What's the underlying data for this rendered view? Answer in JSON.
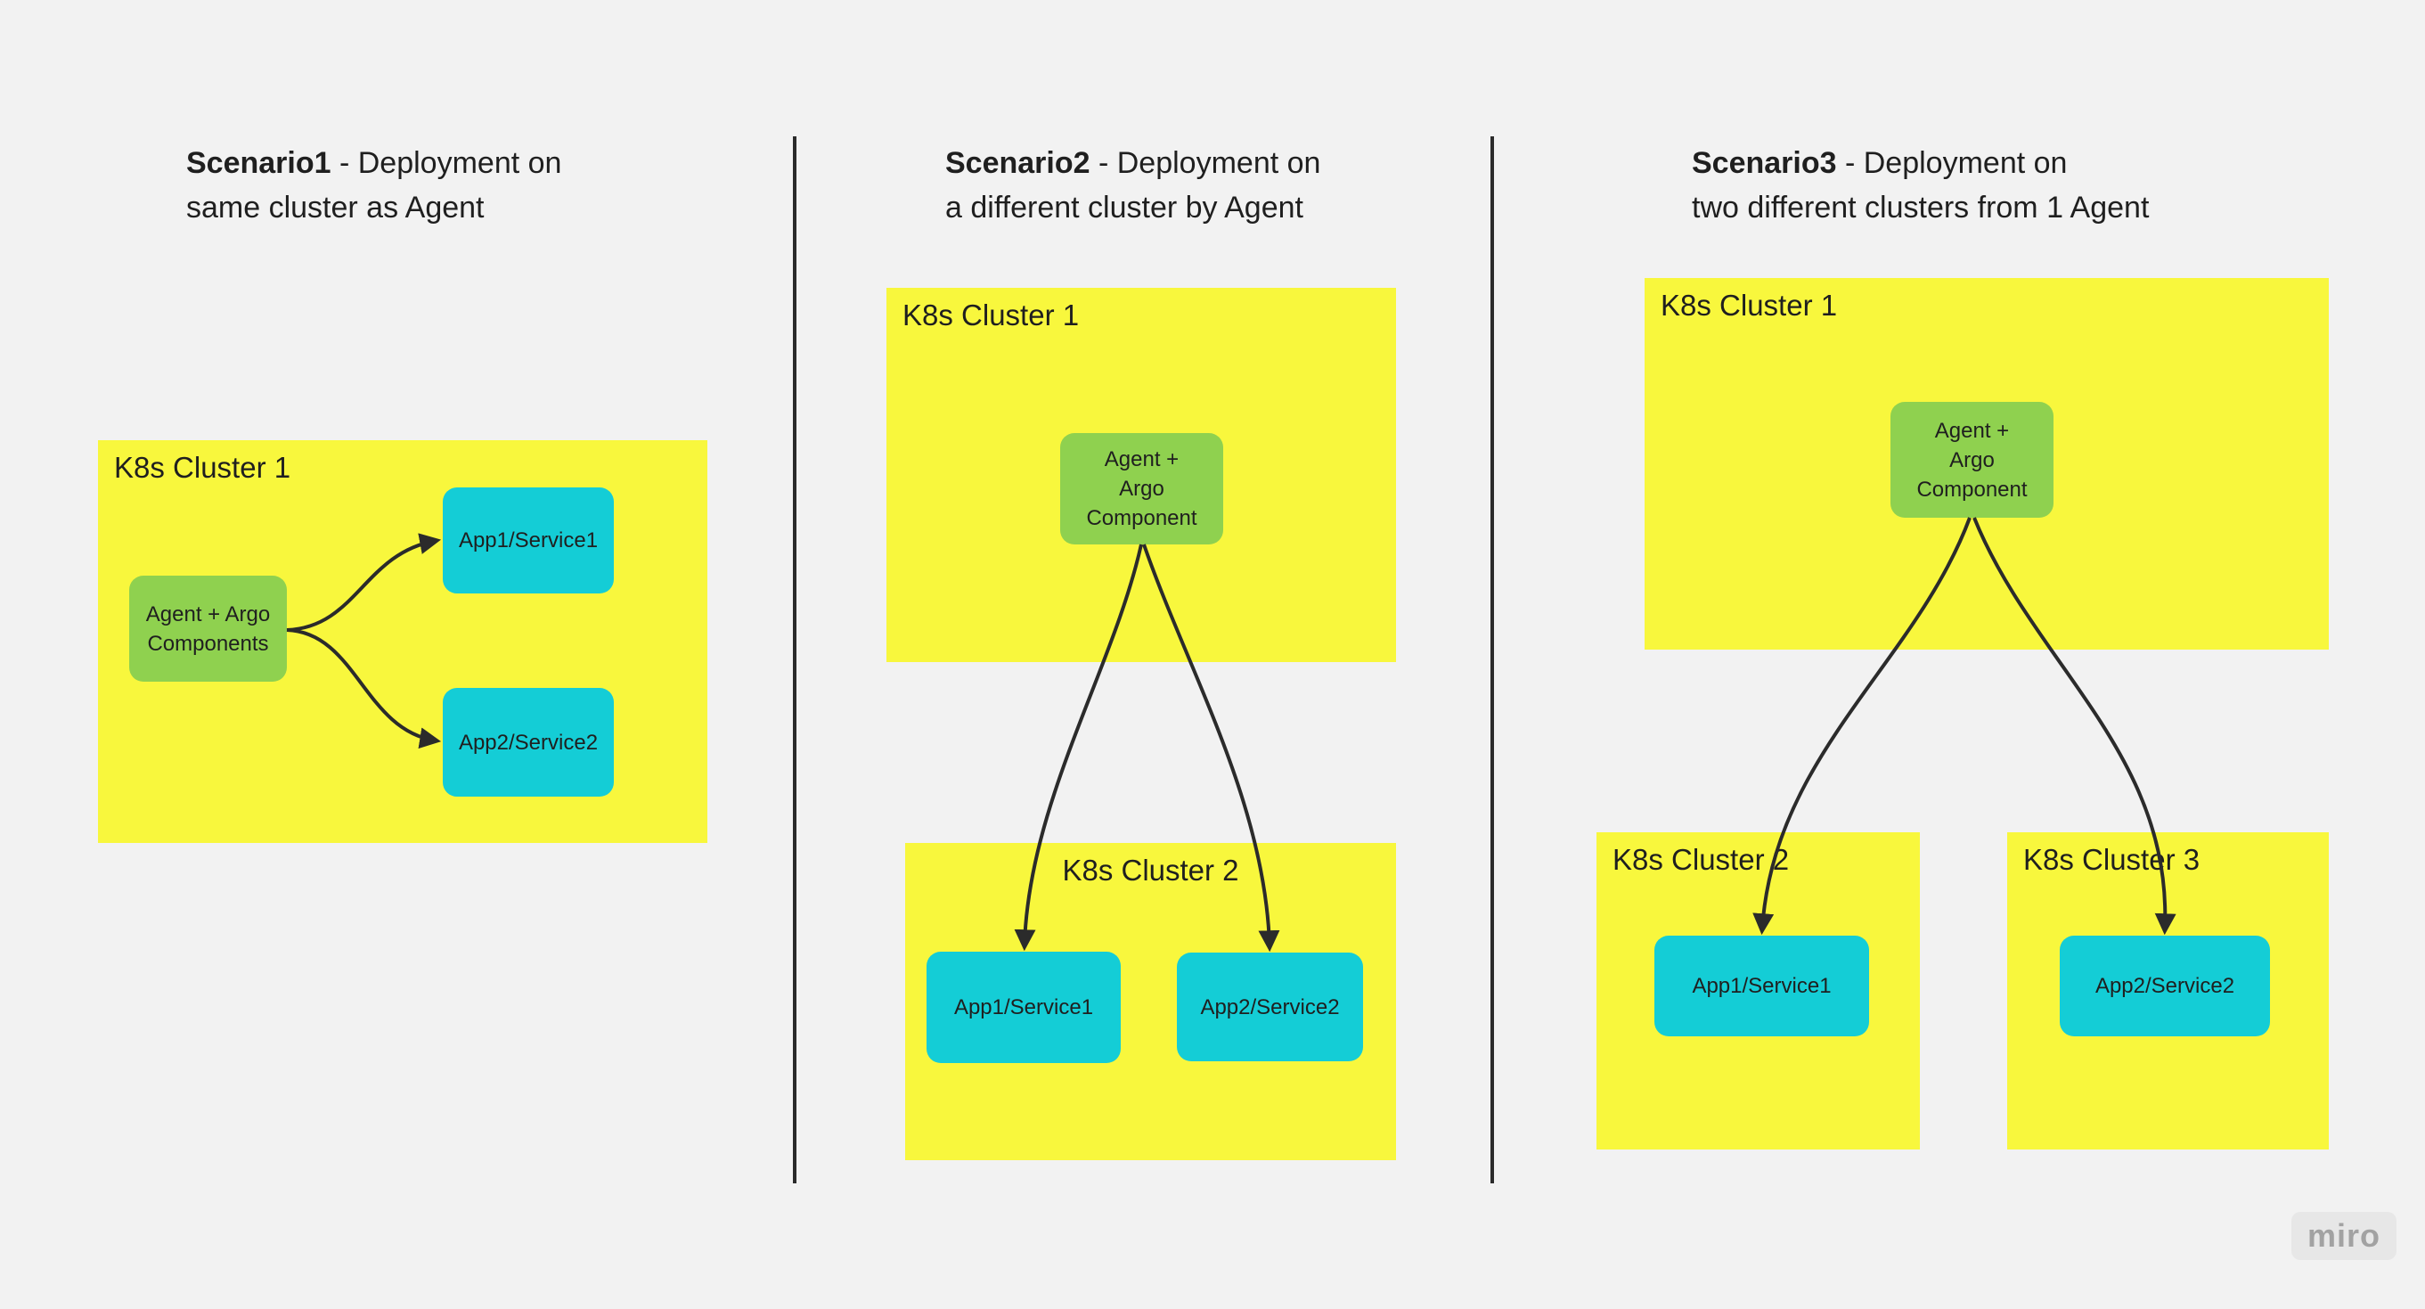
{
  "palette": {
    "bg": "#f2f2f2",
    "yellow": "#f8f73d",
    "green": "#8fd14f",
    "cyan": "#14cdd6",
    "line": "#2b2b2b",
    "text": "#1f1f1f"
  },
  "watermark": {
    "label": "miro"
  },
  "scenarios": [
    {
      "title": {
        "bold": "Scenario1",
        "rest": " - Deployment on",
        "line2": "same cluster as Agent"
      },
      "clusters": {
        "c1": "K8s Cluster 1"
      },
      "agent": {
        "lines": [
          "Agent + Argo",
          "Components"
        ]
      },
      "apps": {
        "app1": "App1/Service1",
        "app2": "App2/Service2"
      }
    },
    {
      "title": {
        "bold": "Scenario2",
        "rest": " - Deployment on",
        "line2": "a different cluster by Agent"
      },
      "clusters": {
        "c1": "K8s Cluster 1",
        "c2": "K8s Cluster 2"
      },
      "agent": {
        "lines": [
          "Agent +",
          "Argo",
          "Component"
        ]
      },
      "apps": {
        "app1": "App1/Service1",
        "app2": "App2/Service2"
      }
    },
    {
      "title": {
        "bold": "Scenario3",
        "rest": " - Deployment on",
        "line2": "two different clusters from 1 Agent"
      },
      "clusters": {
        "c1": "K8s Cluster 1",
        "c2": "K8s Cluster 2",
        "c3": "K8s Cluster 3"
      },
      "agent": {
        "lines": [
          "Agent +",
          "Argo",
          "Component"
        ]
      },
      "apps": {
        "app1": "App1/Service1",
        "app2": "App2/Service2"
      }
    }
  ]
}
